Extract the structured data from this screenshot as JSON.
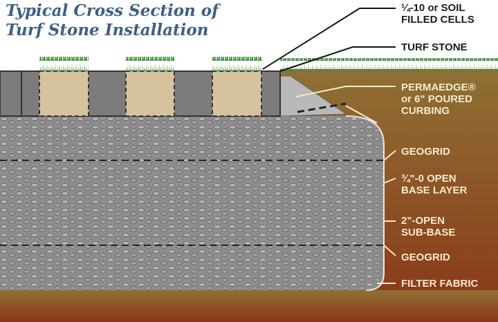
{
  "title": {
    "line1": "Typical Cross Section of",
    "line2": "Turf Stone Installation"
  },
  "labels": {
    "cells": {
      "line1": "¼-10 or SOIL",
      "line2": "FILLED CELLS"
    },
    "turf_stone": "TURF STONE",
    "curbing": {
      "line1": "PERMAEDGE®",
      "line2": "or 6\" POURED",
      "line3": "CURBING"
    },
    "geogrid_top": "GEOGRID",
    "base": {
      "line1": "¾\"-0 OPEN",
      "line2": "BASE LAYER"
    },
    "subbase": {
      "line1": "2\"-OPEN",
      "line2": "SUB-BASE"
    },
    "geogrid_bottom": "GEOGRID",
    "filter": "FILTER FABRIC"
  },
  "colors": {
    "title": "#3d5f86",
    "soil_top": "#8f7134",
    "soil_bottom": "#8a3518",
    "gravel": "#8e8e8e",
    "paver": "#7d7b7b",
    "sand": "#d6c39e",
    "grass": "#3f8a3a"
  }
}
